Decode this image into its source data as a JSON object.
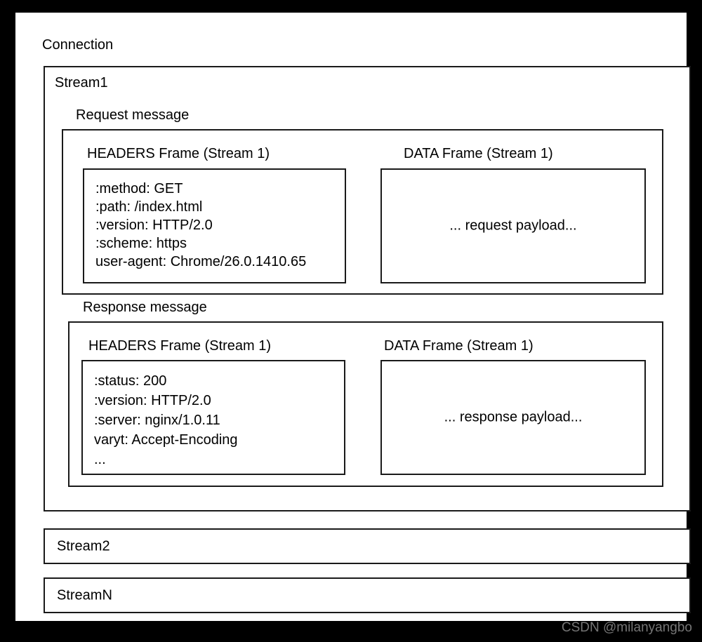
{
  "diagram": {
    "connection": {
      "label": "Connection"
    },
    "streams": [
      {
        "label": "Stream1",
        "messages": [
          {
            "label": "Request message",
            "frames": [
              {
                "title": "HEADERS Frame (Stream 1)",
                "kind": "headers",
                "fields": [
                  ":method: GET",
                  ":path: /index.html",
                  ":version: HTTP/2.0",
                  ":scheme: https",
                  "user-agent: Chrome/26.0.1410.65"
                ]
              },
              {
                "title": "DATA Frame (Stream 1)",
                "kind": "data",
                "payload": "... request payload..."
              }
            ]
          },
          {
            "label": "Response message",
            "frames": [
              {
                "title": "HEADERS Frame (Stream 1)",
                "kind": "headers",
                "fields": [
                  ":status: 200",
                  ":version: HTTP/2.0",
                  ":server: nginx/1.0.11",
                  "varyt: Accept-Encoding",
                  "..."
                ]
              },
              {
                "title": "DATA Frame (Stream 1)",
                "kind": "data",
                "payload": "... response payload..."
              }
            ]
          }
        ]
      },
      {
        "label": "Stream2"
      },
      {
        "label": "StreamN"
      }
    ]
  },
  "watermark": {
    "text": "CSDN @milanyangbo"
  },
  "colors": {
    "background": "#000000",
    "canvas": "#ffffff",
    "stroke": "#1a1a1a",
    "text": "#000000",
    "watermark": "#8a8a8a"
  }
}
